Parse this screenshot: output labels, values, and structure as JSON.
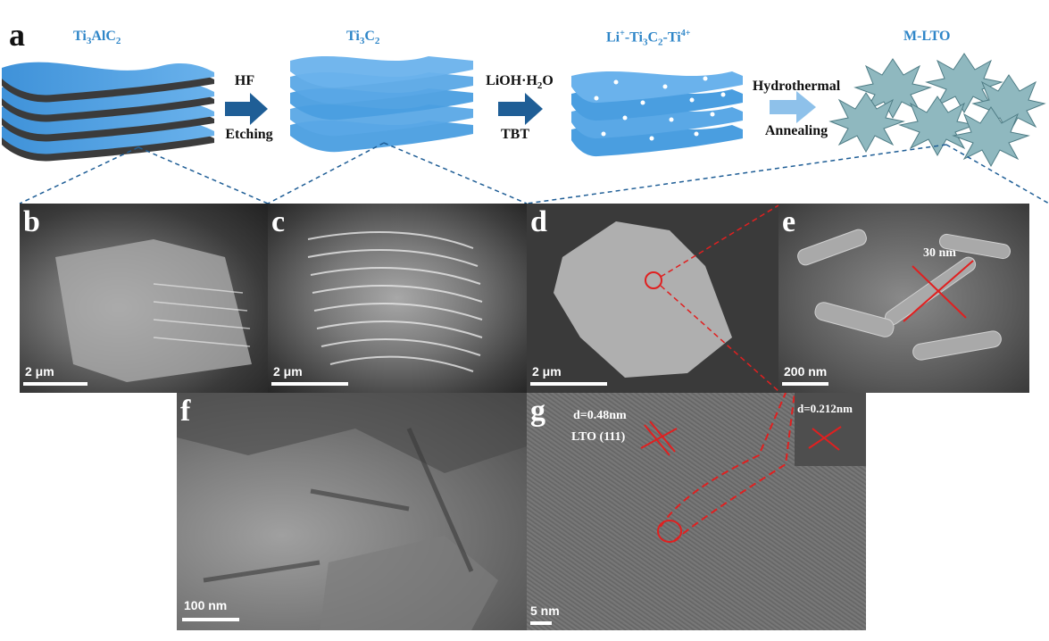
{
  "panel_a": {
    "letter": "a",
    "materials": [
      "Ti3AlC2",
      "Ti3C2",
      "Li+-Ti3C2-Ti4+",
      "M-LTO"
    ],
    "step1": {
      "top": "HF",
      "bottom": "Etching"
    },
    "step2": {
      "top": "LiOH·H2O",
      "bottom": "TBT"
    },
    "step3": {
      "top": "Hydrothermal",
      "bottom": "Annealing"
    },
    "colors": {
      "sheet": "#4a9ee0",
      "arrow_dark": "#1f5e96",
      "arrow_light": "#8ec1ea",
      "crystal": "#8fb8bf"
    }
  },
  "panels": {
    "b": {
      "letter": "b",
      "scale": "2 μm"
    },
    "c": {
      "letter": "c",
      "scale": "2 μm"
    },
    "d": {
      "letter": "d",
      "scale": "2 μm"
    },
    "e": {
      "letter": "e",
      "scale": "200 nm",
      "annotation": "30 nm"
    },
    "f": {
      "letter": "f",
      "scale": "100 nm"
    },
    "g": {
      "letter": "g",
      "scale": "5 nm",
      "d_spacing_1": "d=0.48nm",
      "plane": "LTO (111)",
      "d_spacing_2": "d=0.212nm"
    }
  }
}
